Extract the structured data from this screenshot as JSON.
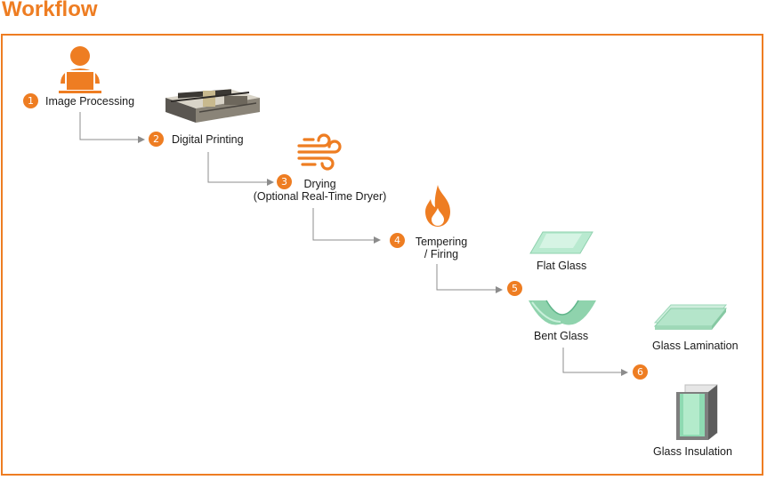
{
  "title": "Workflow",
  "steps": [
    {
      "number": "1",
      "label": "Image Processing"
    },
    {
      "number": "2",
      "label": "Digital Printing"
    },
    {
      "number": "3",
      "label_line1": "Drying",
      "label_line2": "(Optional Real-Time Dryer)"
    },
    {
      "number": "4",
      "label_line1": "Tempering",
      "label_line2": "/ Firing"
    },
    {
      "number": "5"
    },
    {
      "number": "6"
    }
  ],
  "outputs": {
    "flat_glass": "Flat Glass",
    "bent_glass": "Bent Glass",
    "glass_lamination": "Glass Lamination",
    "glass_insulation": "Glass Insulation"
  },
  "colors": {
    "accent": "#EE7D22",
    "connector": "#8c8c8c",
    "glass": "#9fdcbc"
  },
  "icons": [
    "person-icon",
    "printer-icon",
    "wind-icon",
    "flame-icon",
    "flat-glass-icon",
    "bent-glass-icon",
    "laminated-glass-icon",
    "insulated-glass-icon"
  ]
}
